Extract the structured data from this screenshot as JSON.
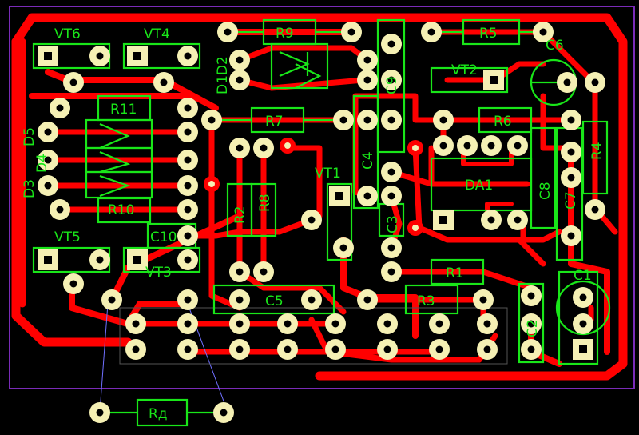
{
  "colors": {
    "background": "#000000",
    "copper": "#ff0000",
    "silkscreen": "#19e619",
    "pad": "#f5f0b4",
    "outline": "#7a2bb8"
  },
  "labels": {
    "VT6": "VT6",
    "VT4": "VT4",
    "R9": "R9",
    "R5": "R5",
    "C6": "C6",
    "D1D2": "D1D2",
    "VT2": "VT2",
    "C9": "C9",
    "R11": "R11",
    "D5": "D5",
    "D4": "D4",
    "D3": "D3",
    "R7": "R7",
    "R6": "R6",
    "R4": "R4",
    "C4": "C4",
    "VT1": "VT1",
    "DA1": "DA1",
    "C8": "C8",
    "C7": "C7",
    "R2": "R2",
    "R8": "R8",
    "R10": "R10",
    "C10": "C10",
    "C3": "C3",
    "VT5": "VT5",
    "VT3": "VT3",
    "R1": "R1",
    "C1": "C1",
    "C5": "C5",
    "R3": "R3",
    "C2": "C2",
    "Rd": "Rд"
  }
}
